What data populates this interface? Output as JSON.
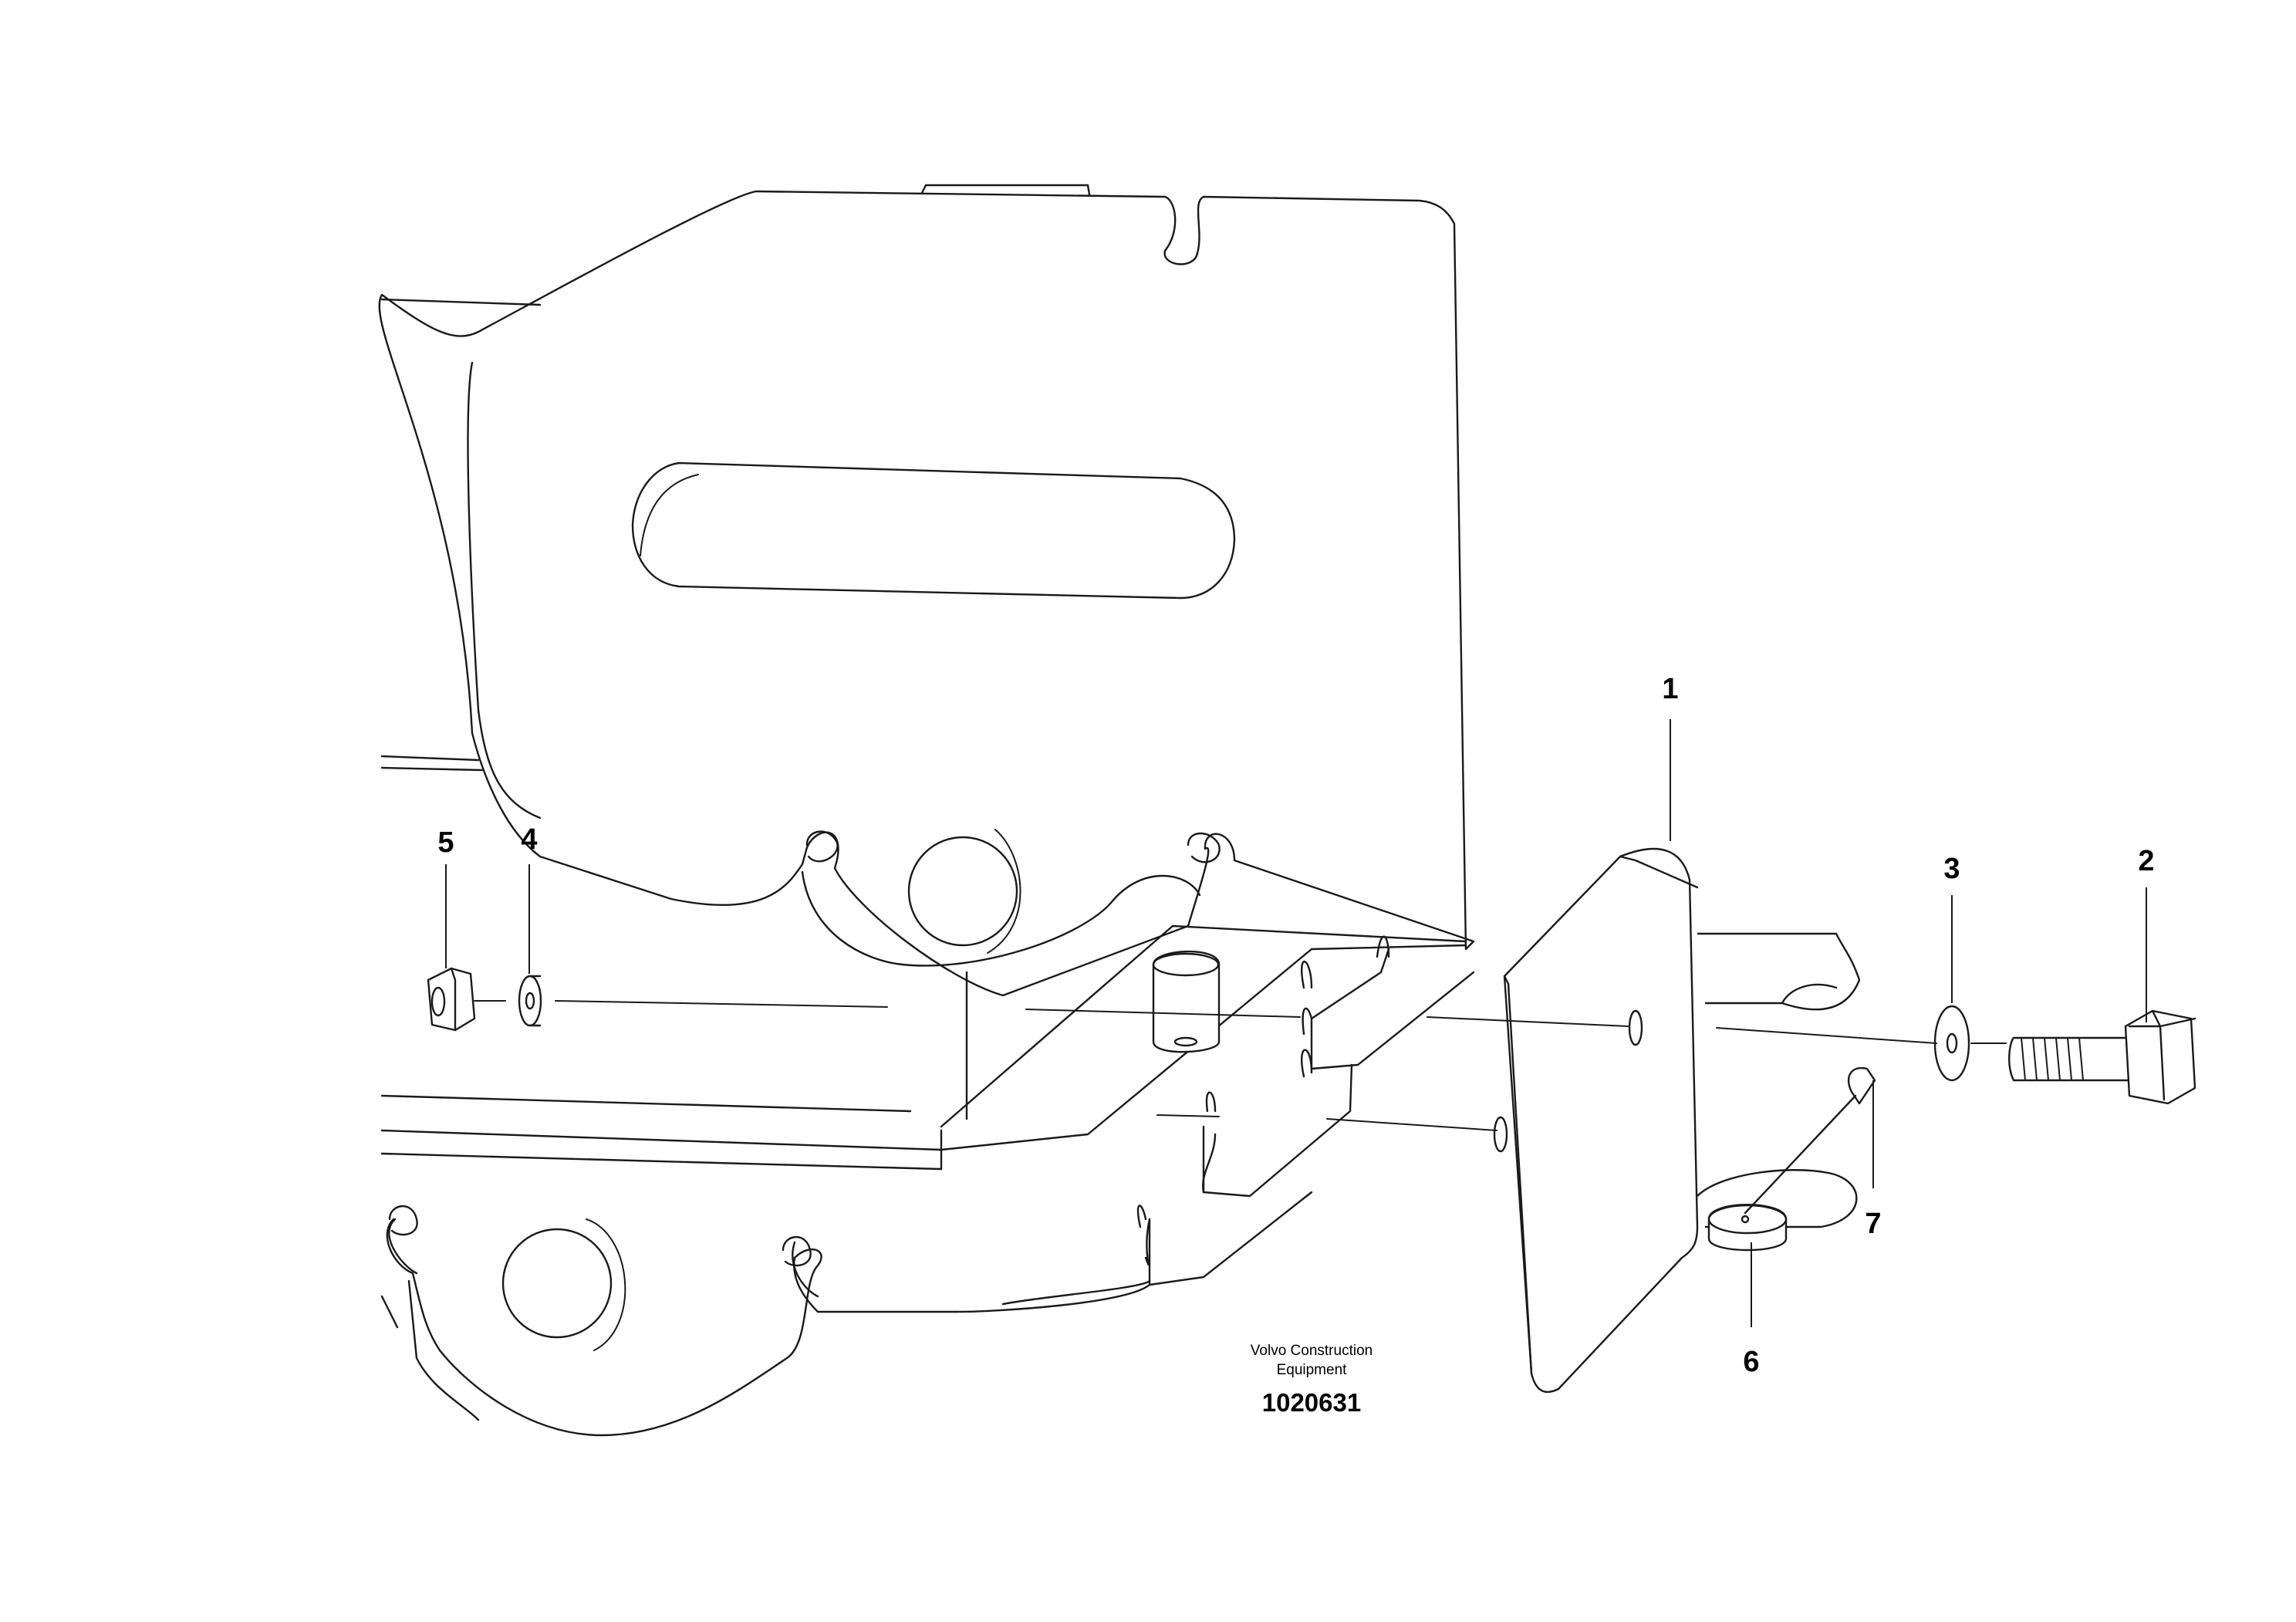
{
  "callouts": {
    "p1": "1",
    "p2": "2",
    "p3": "3",
    "p4": "4",
    "p5": "5",
    "p6": "6",
    "p7": "7"
  },
  "caption": {
    "line1": "Volvo Construction",
    "line2": "Equipment",
    "number": "1020631"
  }
}
